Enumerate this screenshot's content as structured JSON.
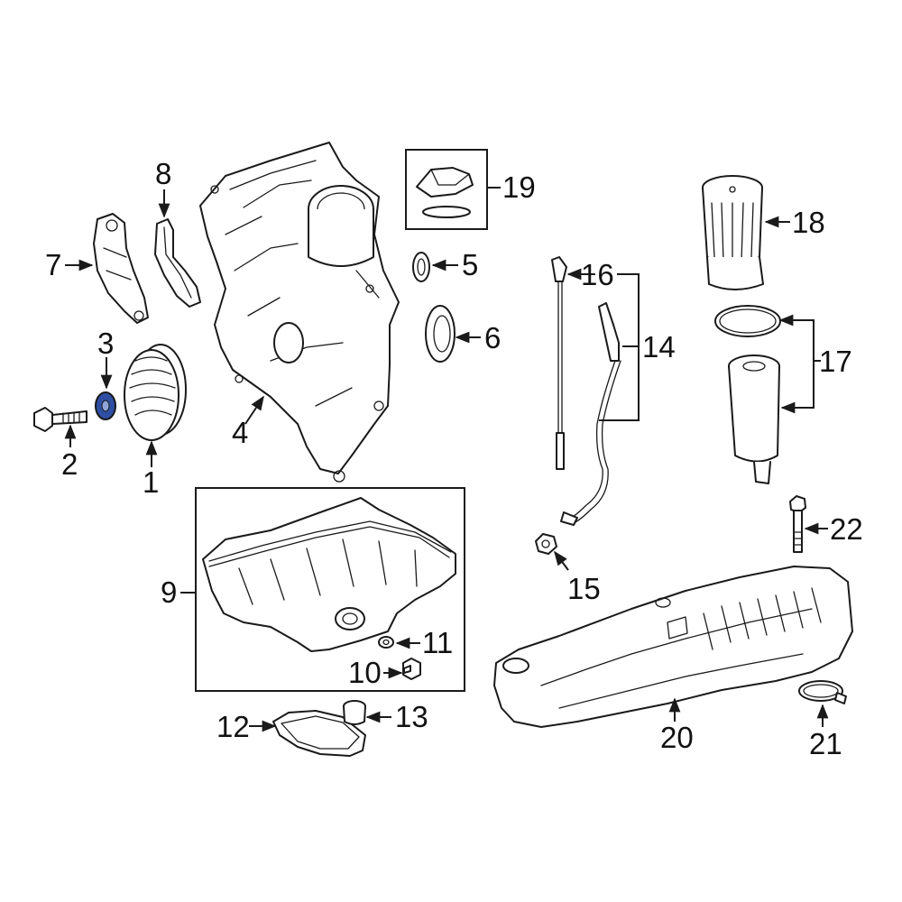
{
  "diagram": {
    "highlight_color": "#2e4fa3",
    "line_color": "#1a1a1a",
    "callouts": [
      {
        "id": "1",
        "part": "crankshaft-pulley"
      },
      {
        "id": "2",
        "part": "pulley-bolt"
      },
      {
        "id": "3",
        "part": "pulley-washer"
      },
      {
        "id": "4",
        "part": "timing-cover"
      },
      {
        "id": "5",
        "part": "small-seal"
      },
      {
        "id": "6",
        "part": "front-crank-seal"
      },
      {
        "id": "7",
        "part": "cover-bracket"
      },
      {
        "id": "8",
        "part": "cover-gasket"
      },
      {
        "id": "9",
        "part": "oil-pan"
      },
      {
        "id": "10",
        "part": "drain-plug"
      },
      {
        "id": "11",
        "part": "drain-plug-washer"
      },
      {
        "id": "12",
        "part": "pan-gasket"
      },
      {
        "id": "13",
        "part": "filler-plug"
      },
      {
        "id": "14",
        "part": "dipstick-assembly"
      },
      {
        "id": "15",
        "part": "tube-nut"
      },
      {
        "id": "16",
        "part": "dipstick"
      },
      {
        "id": "17",
        "part": "oil-filter-element"
      },
      {
        "id": "18",
        "part": "filter-housing-cap"
      },
      {
        "id": "19",
        "part": "oil-cap-and-seal"
      },
      {
        "id": "20",
        "part": "intake-manifold"
      },
      {
        "id": "21",
        "part": "hose-clamp"
      },
      {
        "id": "22",
        "part": "manifold-bolt"
      }
    ]
  }
}
